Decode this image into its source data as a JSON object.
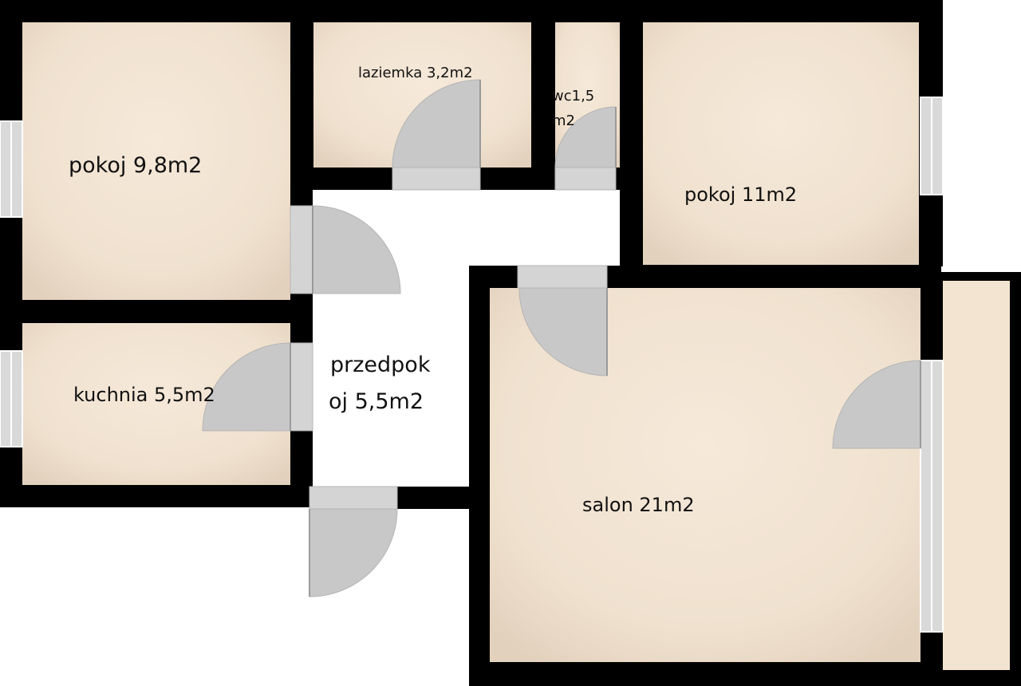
{
  "rooms": {
    "pokoj_left": {
      "label": "pokoj 9,8m2"
    },
    "laziemka": {
      "label": "laziemka 3,2m2"
    },
    "wc": {
      "line1": "wc1,5",
      "line2": "m2"
    },
    "pokoj_right": {
      "label": "pokoj 11m2"
    },
    "kuchnia": {
      "label": "kuchnia 5,5m2"
    },
    "przedpokoj": {
      "line1": "przedpok",
      "line2": "oj 5,5m2"
    },
    "salon": {
      "label": "salon 21m2"
    }
  },
  "colors": {
    "wall": "#000000",
    "floor_light": "#f5e7d6",
    "floor_edge": "#e3d3c0",
    "hall_floor": "#ffffff",
    "door": "#c8c8c8",
    "window": "#d9d9d9"
  }
}
